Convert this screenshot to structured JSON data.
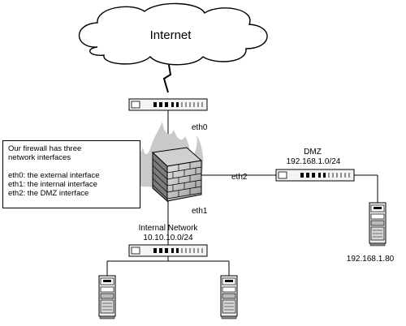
{
  "cloud": {
    "label": "Internet"
  },
  "interfaces": {
    "eth0": "eth0",
    "eth1": "eth1",
    "eth2": "eth2"
  },
  "dmz": {
    "title": "DMZ",
    "subnet": "192.168.1.0/24",
    "host_ip": "192.168.1.80"
  },
  "internal": {
    "title": "Internal Network",
    "subnet": "10.10.10.0/24"
  },
  "note": {
    "line1": "Our firewall has three",
    "line2": "network interfaces",
    "line3": "eth0: the external interface",
    "line4": "eth1: the internal interface",
    "line5": "eth2: the DMZ interface"
  }
}
